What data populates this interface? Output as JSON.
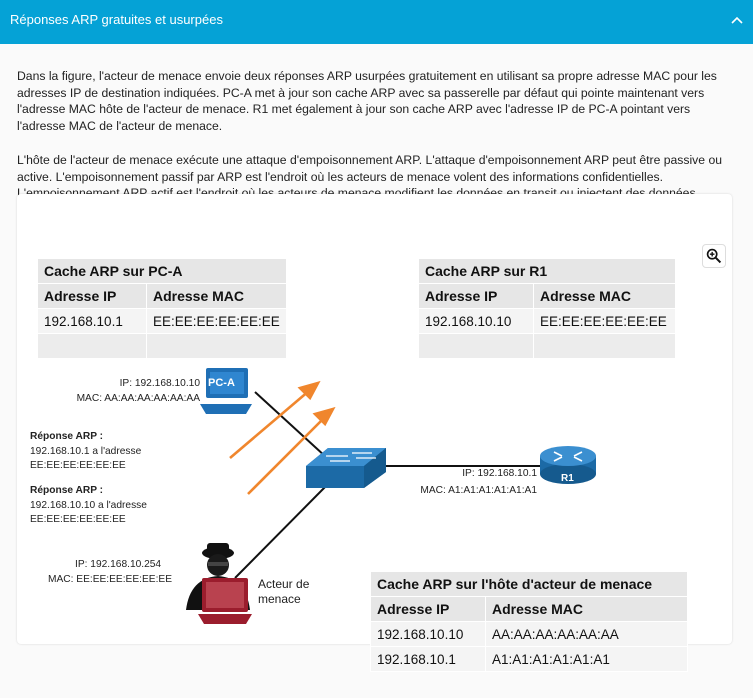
{
  "header": {
    "title": "Réponses ARP gratuites et usurpées"
  },
  "paragraphs": {
    "p1": "Dans la figure, l'acteur de menace envoie deux réponses ARP usurpées gratuitement en utilisant sa propre adresse MAC pour les adresses IP de destination indiquées. PC-A met à jour son cache ARP avec sa passerelle par défaut qui pointe maintenant vers l'adresse MAC hôte de l'acteur de menace. R1 met également à jour son cache ARP avec l'adresse IP de PC-A pointant vers l'adresse MAC de l'acteur de menace.",
    "p2": "L'hôte de l'acteur de menace exécute une attaque d'empoisonnement ARP. L'attaque d'empoisonnement ARP peut être passive ou active. L'empoisonnement passif par ARP est l'endroit où les acteurs de menace volent des informations confidentielles. L'empoisonnement ARP actif est l'endroit où les acteurs de menace modifient les données en transit ou injectent des données malveillantes."
  },
  "tables": {
    "pca": {
      "title": "Cache ARP sur PC-A",
      "col_ip": "Adresse IP",
      "col_mac": "Adresse MAC",
      "rows": [
        {
          "ip": "192.168.10.1",
          "mac": "EE:EE:EE:EE:EE:EE"
        }
      ]
    },
    "r1": {
      "title": "Cache ARP sur R1",
      "col_ip": "Adresse IP",
      "col_mac": "Adresse MAC",
      "rows": [
        {
          "ip": "192.168.10.10",
          "mac": "EE:EE:EE:EE:EE:EE"
        }
      ]
    },
    "attacker": {
      "title": "Cache ARP sur l'hôte d'acteur de menace",
      "col_ip": "Adresse IP",
      "col_mac": "Adresse MAC",
      "rows": [
        {
          "ip": "192.168.10.10",
          "mac": "AA:AA:AA:AA:AA:AA"
        },
        {
          "ip": "192.168.10.1",
          "mac": "A1:A1:A1:A1:A1:A1"
        }
      ]
    }
  },
  "devices": {
    "pca": {
      "label": "PC-A",
      "ip": "IP: 192.168.10.10",
      "mac": "MAC: AA:AA:AA:AA:AA:AA"
    },
    "r1": {
      "label": "R1",
      "ip": "IP: 192.168.10.1",
      "mac": "MAC: A1:A1:A1:A1:A1:A1"
    },
    "attacker": {
      "label_line1": "Acteur de",
      "label_line2": "menace",
      "ip": "IP: 192.168.10.254",
      "mac": "MAC: EE:EE:EE:EE:EE:EE"
    }
  },
  "replies": {
    "reply1": {
      "title": "Réponse ARP :",
      "line1": "192.168.10.1 a l'adresse",
      "line2": "EE:EE:EE:EE:EE:EE"
    },
    "reply2": {
      "title": "Réponse ARP :",
      "line1": "192.168.10.10 a l'adresse",
      "line2": "EE:EE:EE:EE:EE:EE"
    }
  },
  "colors": {
    "header": "#05a2d6",
    "arrow": "#f0862d",
    "device": "#1f6fb5",
    "attacker_shirt": "#9b1d2d"
  },
  "icons": {
    "collapse": "chevron-up-icon",
    "zoom": "zoom-in-icon"
  }
}
